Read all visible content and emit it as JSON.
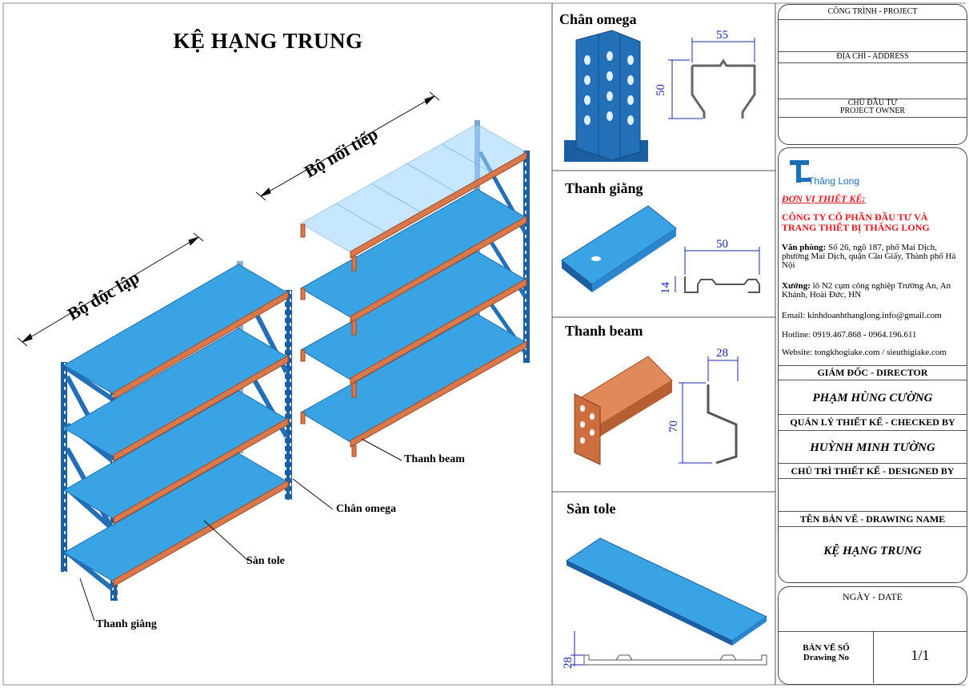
{
  "title": "KỆ HẠNG TRUNG",
  "labels": {
    "independent": "Bộ độc lập",
    "extension": "Bộ nối tiếp",
    "beam": "Thanh beam",
    "omega": "Chân omega",
    "deck": "Sàn tole",
    "brace": "Thanh giằng"
  },
  "components": {
    "omega": {
      "title": "Chân omega",
      "dim_w": "55",
      "dim_h": "50"
    },
    "brace": {
      "title": "Thanh giằng",
      "dim_w": "50",
      "dim_h": "14"
    },
    "beam": {
      "title": "Thanh beam",
      "dim_w": "28",
      "dim_h": "70"
    },
    "deck": {
      "title": "Sàn tole",
      "dim_h": "28"
    }
  },
  "colors": {
    "blue": "#3aa3e3",
    "dark_blue": "#1c5fa0",
    "orange": "#d9784a",
    "dim": "#1a2aa8"
  },
  "title_block": {
    "project": "CÔNG TRÌNH - PROJECT",
    "address": "ĐỊA CHỈ - ADDRESS",
    "owner_vn": "CHỦ ĐẦU TƯ",
    "owner_en": "PROJECT OWNER",
    "logo_text": "Thăng Long",
    "design_unit": "ĐƠN VỊ THIẾT KẾ:",
    "company_line1": "CÔNG TY CỔ PHẦN ĐẦU TƯ VÀ",
    "company_line2": "TRANG THIẾT BỊ THĂNG LONG",
    "office_label": "Văn phòng:",
    "office_text": "Số 26, ngõ 187, phố Mai Dịch, phường Mai Dịch, quận Cầu Giấy, Thành phố Hà Nội",
    "factory_label": "Xưởng:",
    "factory_text": "lô N2 cụm công nghiệp Trường An, An Khánh, Hoài Đức, HN",
    "email": "Email: kinhdoanhthanglong.info@gmail.com",
    "hotline": "Hotline: 0919.467.868 - 0964.196.611",
    "website": "Website: tongkhogiake.com / sieuthigiake.com",
    "director_label": "GIÁM ĐỐC - DIRECTOR",
    "director_name": "PHẠM HÙNG CƯỜNG",
    "checked_label": "QUẢN LÝ THIẾT KẾ - CHECKED BY",
    "checked_name": "HUỲNH MINH TƯỜNG",
    "designed_label": "CHỦ TRÌ THIẾT KẾ - DESIGNED BY",
    "drawing_name_label": "TÊN BẢN VẼ - DRAWING NAME",
    "drawing_name": "KỆ HẠNG TRUNG",
    "date_label": "NGÀY - DATE",
    "drawing_no_vn": "BẢN VẼ SỐ",
    "drawing_no_en": "Drawing No",
    "drawing_no": "1/1"
  }
}
